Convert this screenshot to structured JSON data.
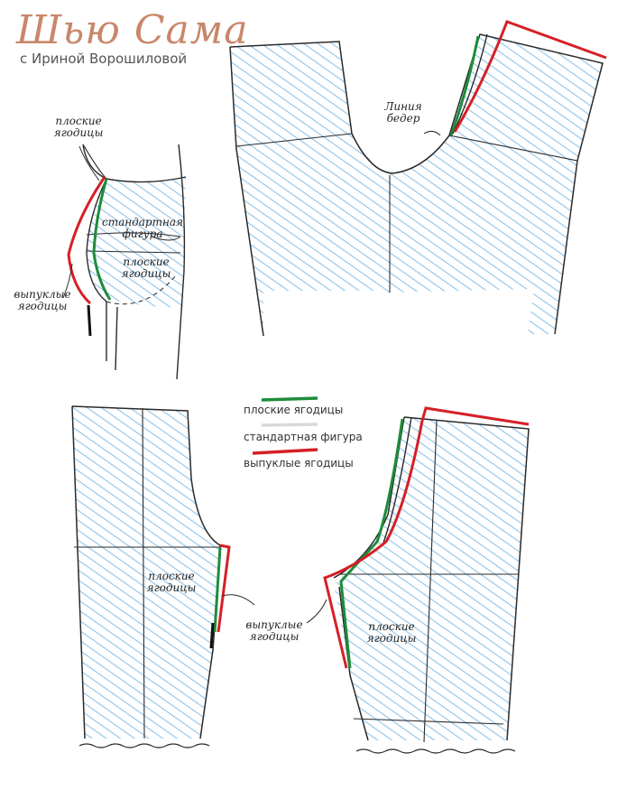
{
  "logo": {
    "title": "Шью Сама",
    "subtitle": "с Ириной Ворошиловой"
  },
  "annotations": {
    "side_flat": [
      "плоские",
      "ягодицы"
    ],
    "side_standard": [
      "стандартная",
      "фигура"
    ],
    "side_flat_inner": [
      "плоские",
      "ягодицы"
    ],
    "side_convex": [
      "выпуклые",
      "ягодицы"
    ],
    "top_seat_line": [
      "Линия",
      "бедер"
    ],
    "front_flat": [
      "плоские",
      "ягодицы"
    ],
    "back_convex": [
      "выпуклые",
      "ягодицы"
    ],
    "back_flat": [
      "плоские",
      "ягодицы"
    ]
  },
  "legend": {
    "items": [
      {
        "label": "плоские ягодицы",
        "color": "#1e8c3a"
      },
      {
        "label": "стандартная фигура",
        "color": "#d9d9d9"
      },
      {
        "label": "выпуклые ягодицы",
        "color": "#d61f26"
      }
    ]
  },
  "colors": {
    "flat": "#1e8c3a",
    "convex": "#d61f26",
    "hatch": "#8fc3e8",
    "outline": "#2a2a2a"
  }
}
